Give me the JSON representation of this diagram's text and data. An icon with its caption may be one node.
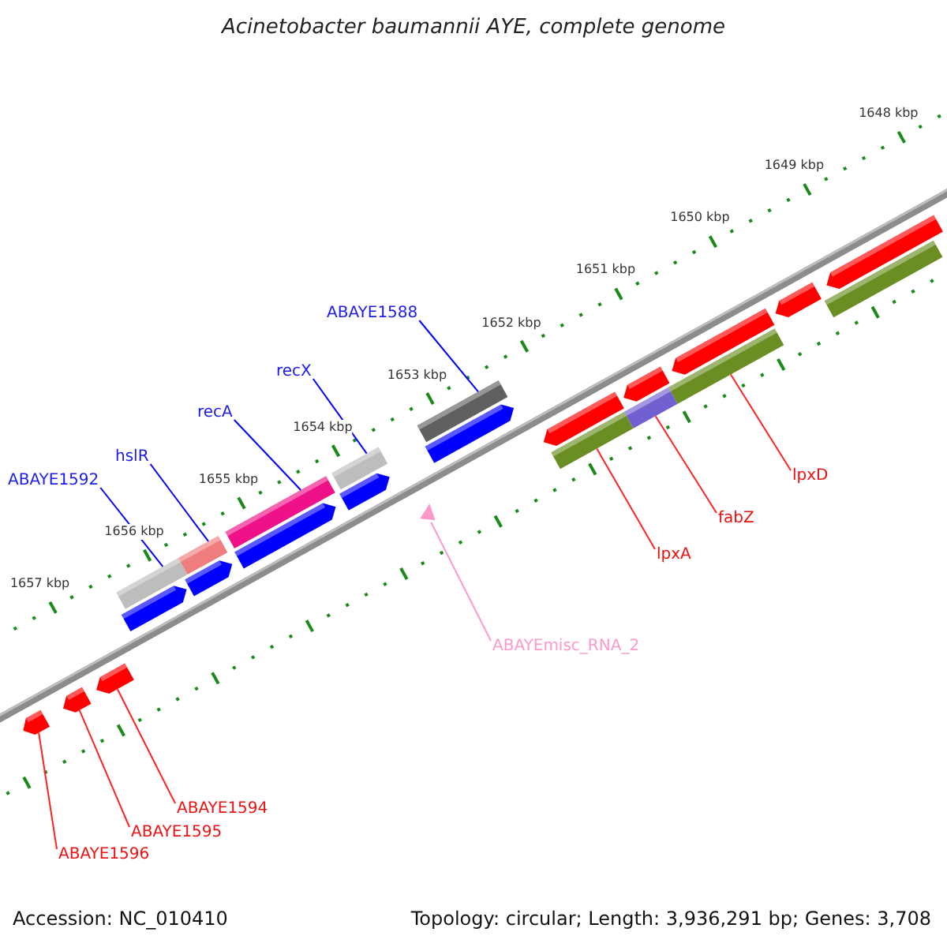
{
  "diagram": {
    "title": "Acinetobacter baumannii AYE, complete genome",
    "nodes": [
      {
        "text": [
          "ABAYE1588"
        ]
      },
      {
        "text": [
          "recX"
        ]
      },
      {
        "text": [
          "recA"
        ]
      },
      {
        "text": [
          "hslR"
        ]
      },
      {
        "text": [
          "lpxD"
        ]
      },
      {
        "text": [
          "ABAYE1592"
        ]
      },
      {
        "text": [
          "fabZ"
        ]
      },
      {
        "text": [
          "lpxA"
        ]
      },
      {
        "text": [
          "ABAYEmisc_RNA_2"
        ]
      },
      {
        "text": [
          "ABAYE1594"
        ]
      },
      {
        "text": [
          "ABAYE1595"
        ]
      },
      {
        "text": [
          "ABAYE1596"
        ]
      },
      {
        "text": [],
        "shape": "pentagon"
      },
      {
        "text": [],
        "shape": "pentagon"
      },
      {
        "text": [],
        "shape": "pentagon"
      },
      {
        "text": [],
        "shape": "pentagon"
      },
      {
        "text": [],
        "shape": "bar"
      },
      {
        "text": [],
        "shape": "pentagon"
      },
      {
        "text": [],
        "shape": "bar"
      },
      {
        "text": [],
        "shape": "pentagon"
      },
      {
        "text": [],
        "shape": "bar"
      },
      {
        "text": [],
        "shape": "pentagon"
      },
      {
        "text": [],
        "shape": "bar"
      },
      {
        "text": [],
        "shape": "triangle"
      },
      {
        "text": [],
        "shape": "pentagon"
      },
      {
        "text": [],
        "shape": "bar"
      },
      {
        "text": [],
        "shape": "pentagon"
      },
      {
        "text": [],
        "shape": "bar"
      },
      {
        "text": [],
        "shape": "bar"
      },
      {
        "text": [],
        "shape": "pentagon"
      },
      {
        "text": [],
        "shape": "bar"
      },
      {
        "text": [],
        "shape": "pentagon"
      },
      {
        "text": [],
        "shape": "pentagon"
      },
      {
        "text": [],
        "shape": "bar"
      },
      {
        "text": [],
        "shape": "pentagon"
      }
    ],
    "edges": [
      {
        "from": 0,
        "to": 25,
        "arrow": "none",
        "color": "#0000ff"
      },
      {
        "from": 1,
        "to": 22,
        "arrow": "none",
        "color": "#0000ff"
      },
      {
        "from": 2,
        "to": 20,
        "arrow": "none",
        "color": "#0000ff"
      },
      {
        "from": 3,
        "to": 18,
        "arrow": "none",
        "color": "#0000ff"
      },
      {
        "from": 4,
        "to": 30,
        "arrow": "none"
      },
      {
        "from": 5,
        "to": 16,
        "arrow": "none",
        "color": "#0000ff"
      },
      {
        "from": 6,
        "to": 28,
        "arrow": "none"
      },
      {
        "from": 7,
        "to": 27,
        "arrow": "none"
      },
      {
        "from": 8,
        "to": 23,
        "arrow": "none",
        "color": "#ff99cc"
      },
      {
        "from": 9,
        "to": 14,
        "arrow": "none"
      },
      {
        "from": 10,
        "to": 13,
        "arrow": "none"
      },
      {
        "from": 11,
        "to": 12,
        "arrow": "none"
      }
    ],
    "labels": [
      "1648 kbp",
      "1649 kbp",
      "1650 kbp",
      "1651 kbp",
      "1652 kbp",
      "1653 kbp",
      "1654 kbp",
      "1655 kbp",
      "1656 kbp",
      "1657 kbp",
      "Accession: NC_010410",
      "Topology: circular; Length: 3,936,291 bp; Genes: 3,708"
    ]
  }
}
